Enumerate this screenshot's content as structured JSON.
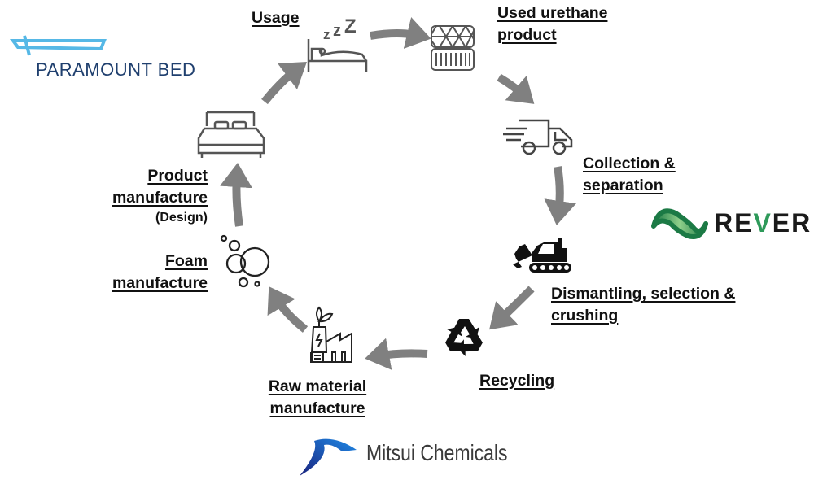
{
  "diagram": {
    "title": "Urethane product recycling cycle",
    "arrow_color": "#808080",
    "steps": [
      {
        "id": "usage",
        "label_lines": [
          "Usage"
        ],
        "icon": "sleeping-bed-icon"
      },
      {
        "id": "used-urethane-product",
        "label_lines": [
          "Used urethane",
          "product"
        ],
        "icon": "mattress-icon"
      },
      {
        "id": "collection-separation",
        "label_lines": [
          "Collection &",
          "separation"
        ],
        "icon": "delivery-truck-icon"
      },
      {
        "id": "dismantling",
        "label_lines": [
          "Dismantling, selection &",
          "crushing"
        ],
        "icon": "excavator-icon"
      },
      {
        "id": "recycling",
        "label_lines": [
          "Recycling"
        ],
        "icon": "recycle-icon"
      },
      {
        "id": "raw-material",
        "label_lines": [
          "Raw material",
          "manufacture"
        ],
        "icon": "eco-factory-icon"
      },
      {
        "id": "foam",
        "label_lines": [
          "Foam",
          "manufacture"
        ],
        "icon": "bubbles-icon"
      },
      {
        "id": "product-manufacture",
        "label_lines": [
          "Product",
          "manufacture"
        ],
        "sub_label": "(Design)",
        "icon": "double-bed-icon"
      }
    ]
  },
  "logos": {
    "paramount": {
      "text": "PARAMOUNT BED",
      "color": "#1f3f6e",
      "accent": "#56b8e6"
    },
    "rever": {
      "text_pre": "RE",
      "text_v": "V",
      "text_post": "ER",
      "color": "#1a1a1a",
      "accent": "#2e9a5a"
    },
    "mitsui": {
      "text": "Mitsui Chemicals",
      "color": "#3a3a3a",
      "accent": "#1565c0"
    }
  }
}
